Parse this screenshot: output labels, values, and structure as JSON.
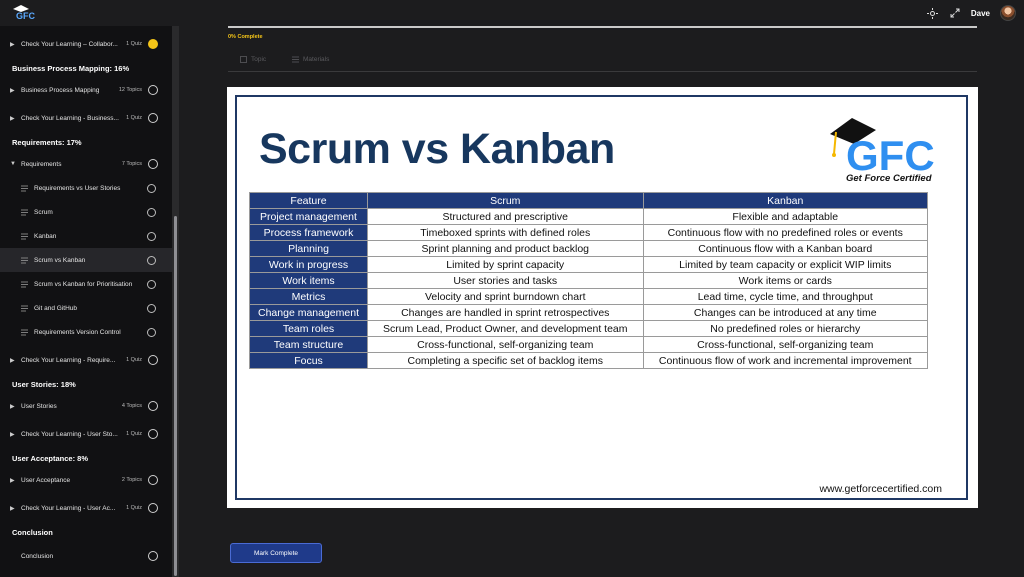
{
  "topbar": {
    "user_name": "Dave"
  },
  "sidebar": {
    "items": [
      {
        "label": "Check Your Learning – Collabor...",
        "count": "1 Quiz",
        "done": true
      },
      {
        "section": "Business Process Mapping: 16%"
      },
      {
        "label": "Business Process Mapping",
        "count": "12 Topics"
      },
      {
        "label": "Check Your Learning - Business...",
        "count": "1 Quiz"
      },
      {
        "section": "Requirements: 17%"
      },
      {
        "label": "Requirements",
        "count": "7 Topics",
        "expanded": true
      },
      {
        "label": "Requirements vs User Stories",
        "sub": true
      },
      {
        "label": "Scrum",
        "sub": true
      },
      {
        "label": "Kanban",
        "sub": true
      },
      {
        "label": "Scrum vs Kanban",
        "sub": true,
        "active": true
      },
      {
        "label": "Scrum vs Kanban for Prioritisation",
        "sub": true
      },
      {
        "label": "Git and GitHub",
        "sub": true
      },
      {
        "label": "Requirements Version Control",
        "sub": true
      },
      {
        "label": "Check Your Learning - Require...",
        "count": "1 Quiz"
      },
      {
        "section": "User Stories: 18%"
      },
      {
        "label": "User Stories",
        "count": "4 Topics"
      },
      {
        "label": "Check Your Learning - User Sto...",
        "count": "1 Quiz"
      },
      {
        "section": "User Acceptance: 8%"
      },
      {
        "label": "User Acceptance",
        "count": "2 Topics"
      },
      {
        "label": "Check Your Learning - User Ac...",
        "count": "1 Quiz"
      },
      {
        "section": "Conclusion"
      },
      {
        "label": "Conclusion",
        "plain": true
      }
    ]
  },
  "main": {
    "progress_label": "0% Complete",
    "tabs": [
      {
        "label": "Topic"
      },
      {
        "label": "Materials"
      }
    ],
    "mark_complete_label": "Mark Complete"
  },
  "slide": {
    "title": "Scrum vs Kanban",
    "logo_text": "GFC",
    "logo_caption": "Get Force Certified",
    "url": "www.getforcecertified.com",
    "table": {
      "headers": [
        "Feature",
        "Scrum",
        "Kanban"
      ],
      "rows": [
        [
          "Project management",
          "Structured and prescriptive",
          "Flexible and adaptable"
        ],
        [
          "Process framework",
          "Timeboxed sprints with defined roles",
          "Continuous flow with no predefined roles or events"
        ],
        [
          "Planning",
          "Sprint planning and product backlog",
          "Continuous flow with a Kanban board"
        ],
        [
          "Work in progress",
          "Limited by sprint capacity",
          "Limited by team capacity or explicit WIP limits"
        ],
        [
          "Work items",
          "User stories and tasks",
          "Work items or cards"
        ],
        [
          "Metrics",
          "Velocity and sprint burndown chart",
          "Lead time, cycle time, and throughput"
        ],
        [
          "Change management",
          "Changes are handled in sprint retrospectives",
          "Changes can be introduced at any time"
        ],
        [
          "Team roles",
          "Scrum Lead, Product Owner, and development team",
          "No predefined roles or hierarchy"
        ],
        [
          "Team structure",
          "Cross-functional, self-organizing team",
          "Cross-functional, self-organizing team"
        ],
        [
          "Focus",
          "Completing a specific set of backlog items",
          "Continuous flow of work and incremental improvement"
        ]
      ]
    }
  },
  "colors": {
    "accent": "#f5c518",
    "brand_navy": "#1f3a7a",
    "title_navy": "#17375e",
    "button": "#1f3a8a"
  }
}
